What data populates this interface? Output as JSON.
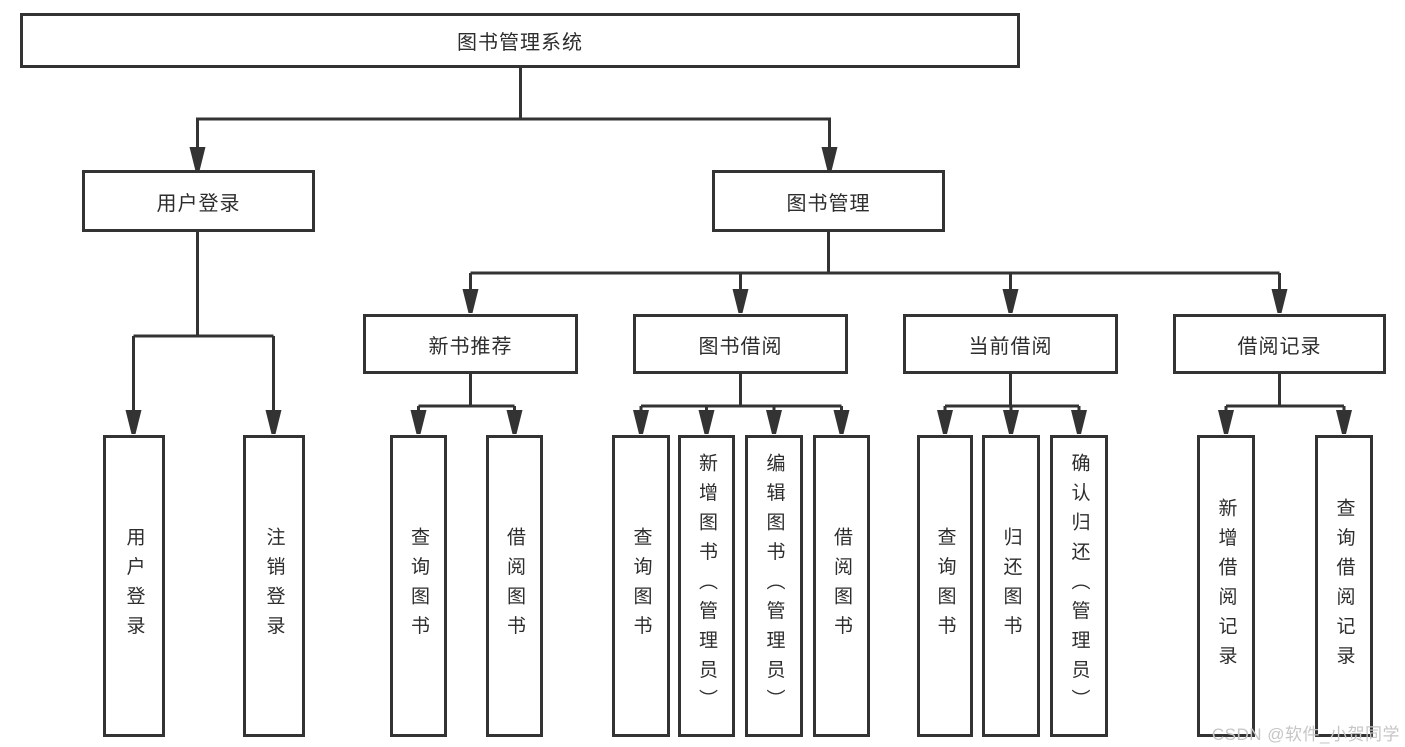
{
  "colors": {
    "line": "#333333",
    "node_border": "#333333",
    "node_background": "#ffffff",
    "node_text": "#2d2d2d",
    "watermark_text": "#c6c6c6"
  },
  "watermark": {
    "label": "CSDN @软件_小贺同学"
  },
  "diagram": {
    "root": {
      "label": "图书管理系统"
    },
    "branches": [
      {
        "label": "用户登录",
        "children": [
          {
            "label": "用户登录"
          },
          {
            "label": "注销登录"
          }
        ]
      },
      {
        "label": "图书管理",
        "children": [
          {
            "label": "新书推荐",
            "children": [
              {
                "label": "查询图书"
              },
              {
                "label": "借阅图书"
              }
            ]
          },
          {
            "label": "图书借阅",
            "children": [
              {
                "label": "查询图书"
              },
              {
                "label": "新增图书（管理员）"
              },
              {
                "label": "编辑图书（管理员）"
              },
              {
                "label": "借阅图书"
              }
            ]
          },
          {
            "label": "当前借阅",
            "children": [
              {
                "label": "查询图书"
              },
              {
                "label": "归还图书"
              },
              {
                "label": "确认归还（管理员）"
              }
            ]
          },
          {
            "label": "借阅记录",
            "children": [
              {
                "label": "新增借阅记录"
              },
              {
                "label": "查询借阅记录"
              }
            ]
          }
        ]
      }
    ]
  }
}
